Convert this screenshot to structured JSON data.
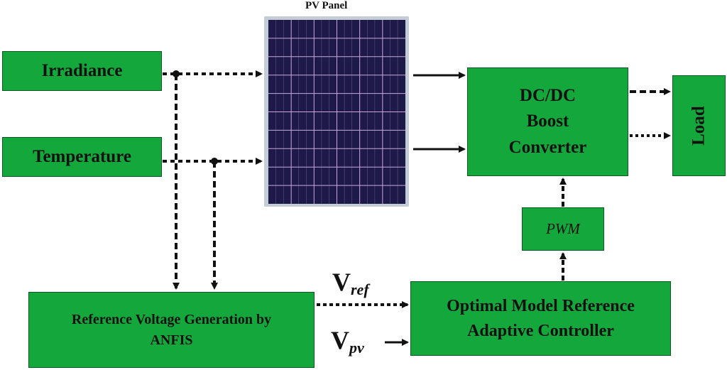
{
  "title": "PV Panel",
  "blocks": {
    "irradiance": "Irradiance",
    "temperature": "Temperature",
    "dcdc": [
      "DC/DC",
      "Boost",
      "Converter"
    ],
    "load": "Load",
    "pwm": "PWM",
    "ref_gen": [
      "Reference Voltage Generation by",
      "ANFIS"
    ],
    "omrac": [
      "Optimal Model Reference",
      "Adaptive Controller"
    ]
  },
  "signals": {
    "vref": {
      "main": "V",
      "sub": "ref"
    },
    "vpv": {
      "main": "V",
      "sub": "pv"
    }
  },
  "colors": {
    "block_fill": "#14a83c",
    "panel_cell": "#1d1a4a",
    "panel_grid": "#c9a8d8",
    "panel_frame": "#c4ccd6",
    "line": "#111111"
  }
}
